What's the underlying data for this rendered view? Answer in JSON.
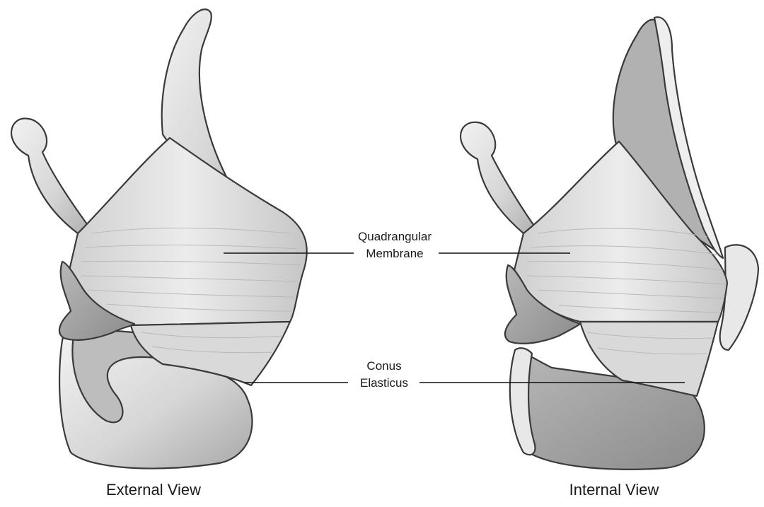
{
  "figure": {
    "labels": {
      "quadrangular": [
        "Quadrangular",
        "Membrane"
      ],
      "conus": [
        "Conus",
        "Elasticus"
      ]
    },
    "captions": {
      "external": "External View",
      "internal": "Internal View"
    }
  },
  "colors": {
    "background": "#ffffff",
    "cartilage_light": "#e6e6e6",
    "cartilage_mid": "#cfcfcf",
    "cartilage_dark": "#9d9d9d",
    "membrane": "#dcdcdc",
    "outline": "#3a3a3a",
    "text": "#1a1a1a"
  }
}
